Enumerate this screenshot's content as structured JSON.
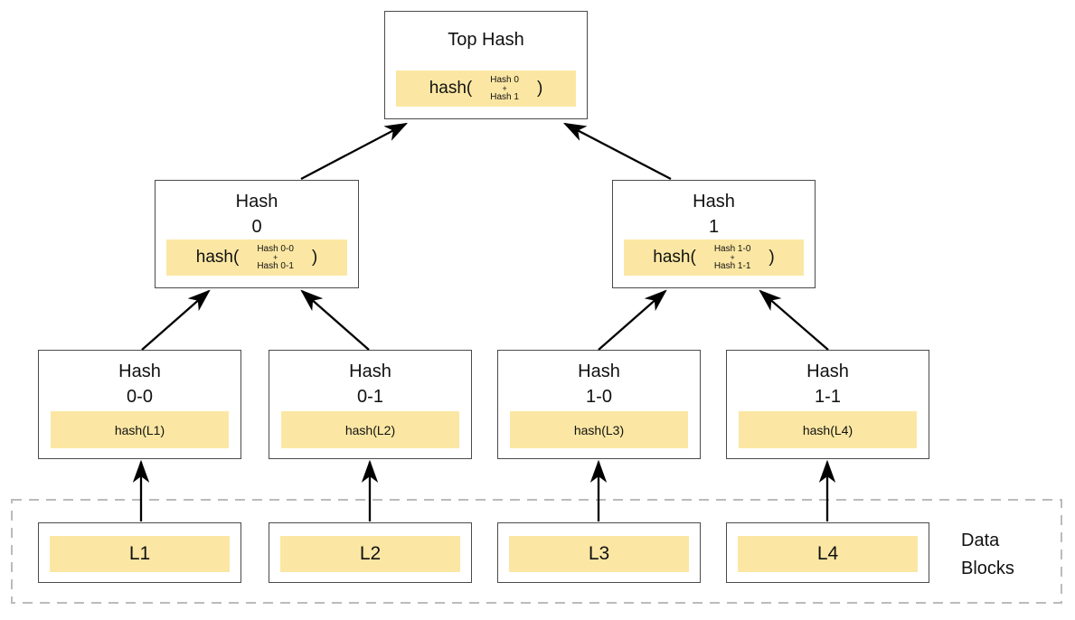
{
  "colors": {
    "accent_fill": "#fbe7a3",
    "box_border": "#4a4a4a",
    "dashed_border": "#bbbbbb",
    "arrow": "#000000",
    "background": "#ffffff",
    "text": "#111111"
  },
  "tree": {
    "root": {
      "title_lines": [
        "Top Hash"
      ],
      "formula": {
        "fn": "hash(",
        "arg_top": "Hash 0",
        "arg_op": "+",
        "arg_bottom": "Hash 1",
        "close": ")"
      }
    },
    "internal": [
      {
        "title_lines": [
          "Hash",
          "0"
        ],
        "formula": {
          "fn": "hash(",
          "arg_top": "Hash 0-0",
          "arg_op": "+",
          "arg_bottom": "Hash 0-1",
          "close": ")"
        }
      },
      {
        "title_lines": [
          "Hash",
          "1"
        ],
        "formula": {
          "fn": "hash(",
          "arg_top": "Hash 1-0",
          "arg_op": "+",
          "arg_bottom": "Hash 1-1",
          "close": ")"
        }
      }
    ],
    "leaves": [
      {
        "title_lines": [
          "Hash",
          "0-0"
        ],
        "formula": "hash(L1)"
      },
      {
        "title_lines": [
          "Hash",
          "0-1"
        ],
        "formula": "hash(L2)"
      },
      {
        "title_lines": [
          "Hash",
          "1-0"
        ],
        "formula": "hash(L3)"
      },
      {
        "title_lines": [
          "Hash",
          "1-1"
        ],
        "formula": "hash(L4)"
      }
    ],
    "data_blocks": [
      "L1",
      "L2",
      "L3",
      "L4"
    ],
    "region_label_lines": [
      "Data",
      "Blocks"
    ]
  }
}
